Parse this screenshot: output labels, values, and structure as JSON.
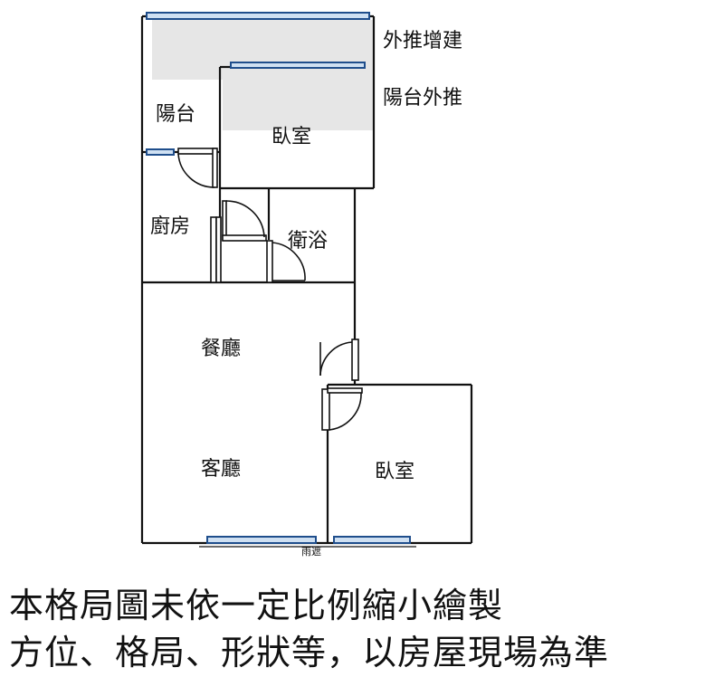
{
  "rooms": {
    "balcony": "陽台",
    "bedroom_top": "臥室",
    "kitchen": "廚房",
    "bathroom": "衛浴",
    "dining": "餐廳",
    "living": "客廳",
    "bedroom_bottom": "臥室"
  },
  "annotations": {
    "extension": "外推增建",
    "balcony_extension": "陽台外推",
    "rain_shelter": "雨遮"
  },
  "disclaimer": {
    "line1": "本格局圖未依一定比例縮小繪製",
    "line2": "方位、格局、形狀等，以房屋現場為準"
  },
  "colors": {
    "wall": "#111111",
    "window_frame": "#1f4e8c",
    "window_fill": "#cfe0f2",
    "extension_shade": "#e6e6e6"
  }
}
